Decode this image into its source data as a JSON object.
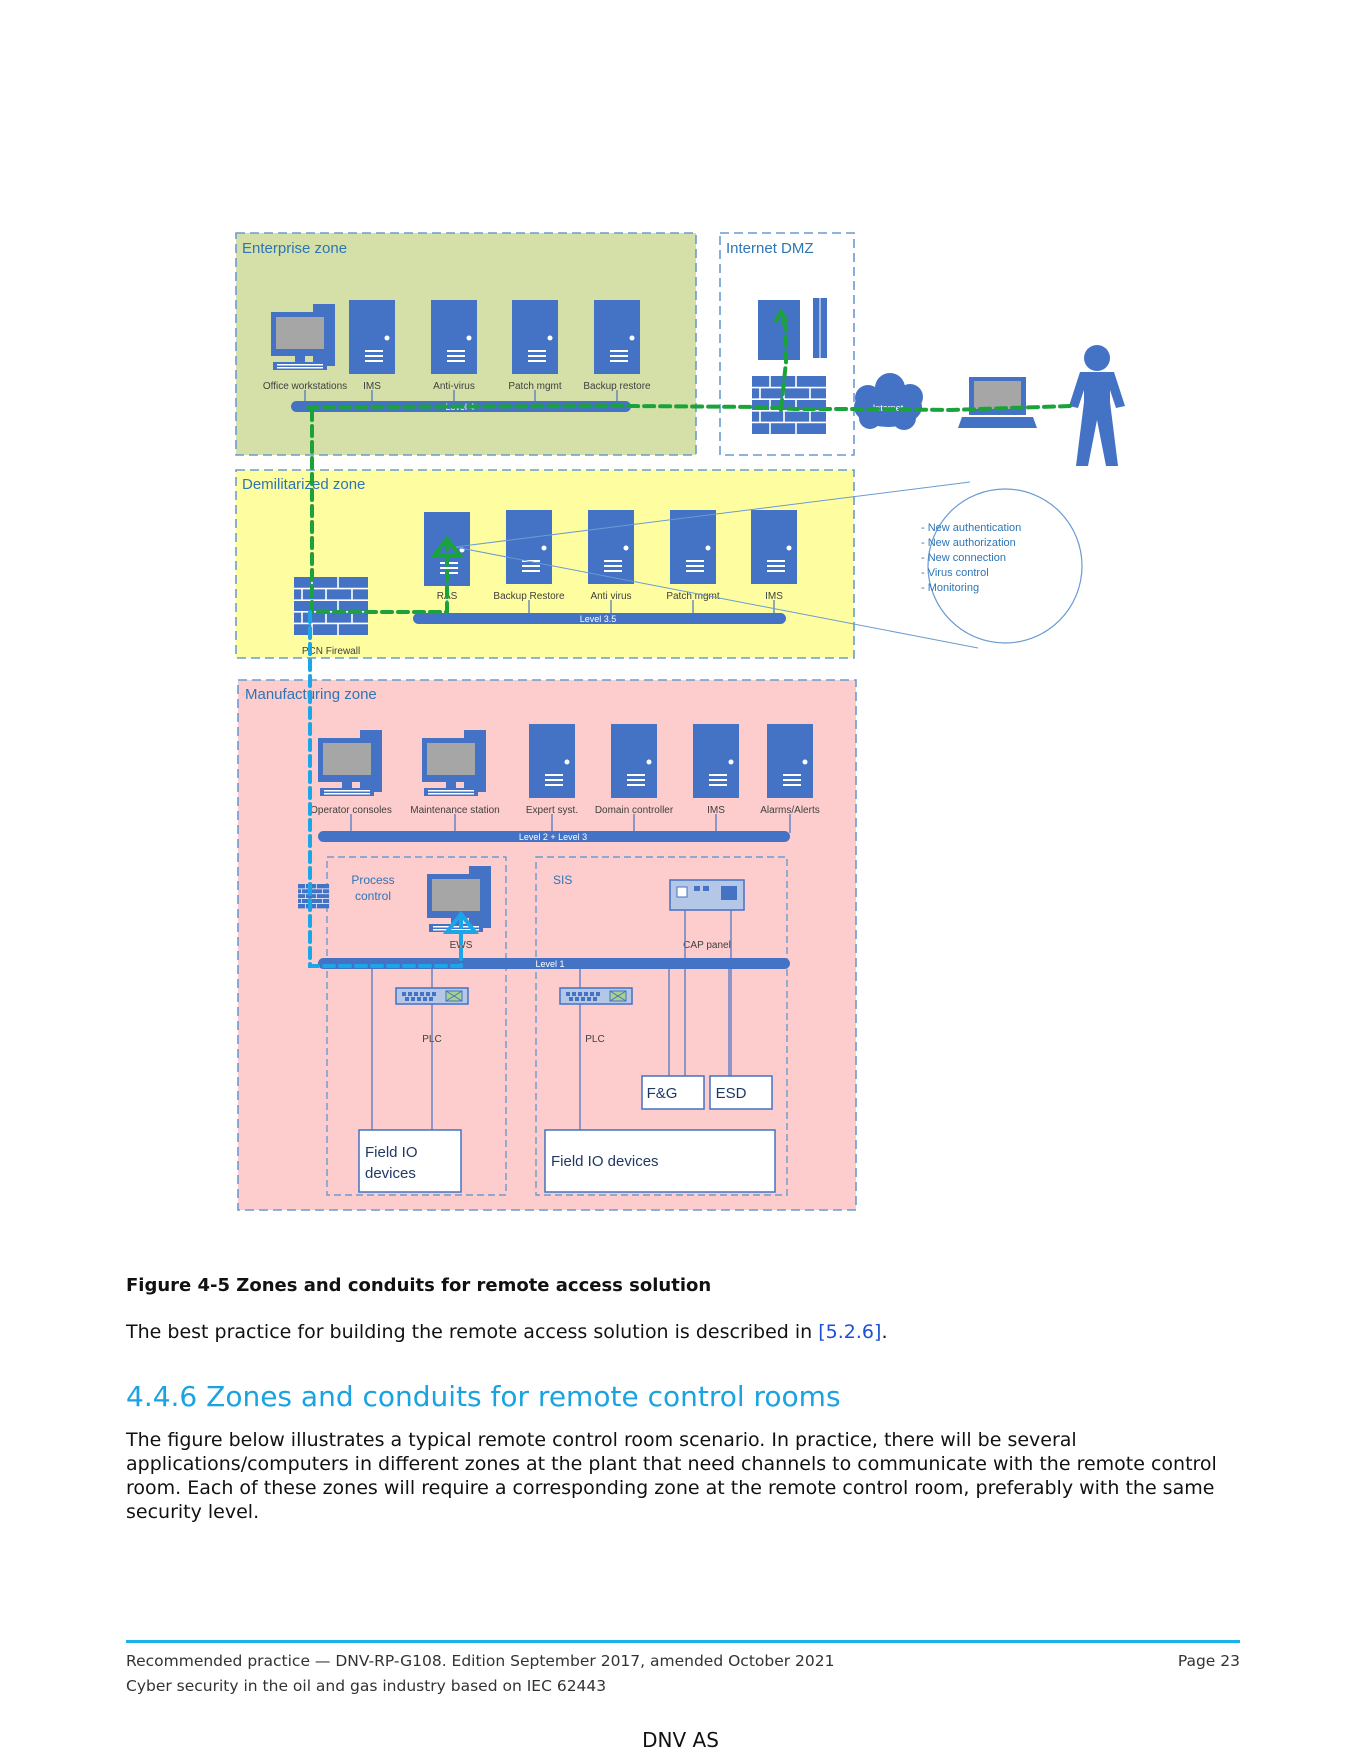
{
  "figure": {
    "enterprise": {
      "title": "Enterprise zone",
      "labels": [
        "Office workstations",
        "IMS",
        "Anti-virus",
        "Patch mgmt",
        "Backup restore"
      ],
      "bus": "Level 4"
    },
    "internet_dmz": {
      "title": "Internet DMZ",
      "cloud": "Internet"
    },
    "dmz": {
      "title": "Demilitarized zone",
      "labels": [
        "RAS",
        "Backup Restore",
        "Anti virus",
        "Patch mgmt",
        "IMS"
      ],
      "bus": "Level 3.5",
      "firewall": "PCN Firewall",
      "callout": [
        "- New authentication",
        "- New authorization",
        "- New connection",
        "- Virus control",
        "- Monitoring"
      ]
    },
    "manufacturing": {
      "title": "Manufacturing zone",
      "labels": [
        "Operator consoles",
        "Maintenance station",
        "Expert syst.",
        "Domain controller",
        "IMS",
        "Alarms/Alerts"
      ],
      "bus": "Level 2 + Level 3",
      "process": {
        "title_l1": "Process",
        "title_l2": "control",
        "ews": "EWS",
        "plc": "PLC",
        "field_l1": "Field IO",
        "field_l2": "devices"
      },
      "sis": {
        "title": "SIS",
        "cap": "CAP panel",
        "plc": "PLC",
        "fg": "F&G",
        "esd": "ESD",
        "field": "Field IO devices"
      },
      "level1": "Level 1"
    }
  },
  "caption": "Figure 4-5 Zones and conduits for remote access solution",
  "para1": {
    "before": "The best practice for building the remote access solution is described in ",
    "ref": "[5.2.6]",
    "after": "."
  },
  "heading": "4.4.6 Zones and conduits for remote control rooms",
  "para2": "The figure below illustrates a typical remote control room scenario. In practice, there will be several applications/computers in different zones at the plant that need channels to communicate with the remote control room. Each of these zones will require a corresponding zone at the remote control room, preferably with the same security level.",
  "footer": {
    "line1": "Recommended practice — DNV-RP-G108. Edition September 2017, amended October 2021",
    "line2": "Cyber security in the oil and gas industry based on IEC 62443",
    "page": "Page 23",
    "company": "DNV AS"
  },
  "colors": {
    "enterprise": "#d4e0a8",
    "dmz": "#fefea0",
    "manufacturing": "#fdcccc",
    "device": "#4472c4",
    "green_path": "#1aa33a",
    "blue_path": "#1aa6e8",
    "heading": "#1aa3e0"
  }
}
